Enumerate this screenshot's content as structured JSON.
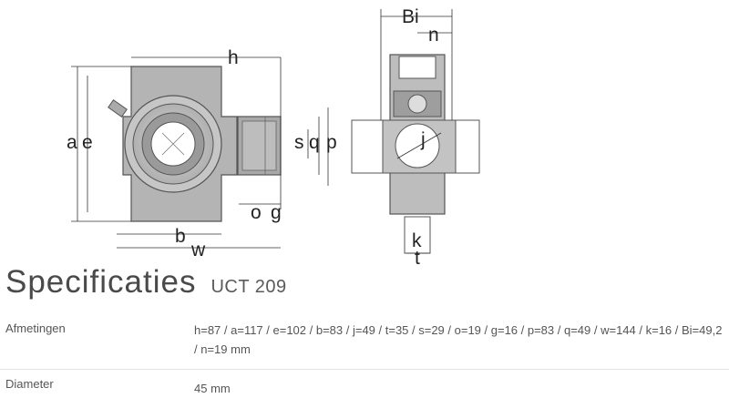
{
  "drawing": {
    "labels": {
      "h": "h",
      "a": "a",
      "e": "e",
      "s": "s",
      "q": "q",
      "p": "p",
      "o": "o",
      "g": "g",
      "b": "b",
      "w": "w",
      "Bi": "Bi",
      "n": "n",
      "j": "j",
      "k": "k",
      "t": "t"
    }
  },
  "heading": {
    "title": "Specificaties",
    "model": "UCT 209"
  },
  "specs": [
    {
      "label": "Afmetingen",
      "value": "h=87 / a=117 / e=102 / b=83 / j=49 / t=35 / s=29 / o=19 / g=16 / p=83 / q=49 / w=144 / k=16 / Bi=49,2 / n=19 mm"
    },
    {
      "label": "Diameter",
      "value": "45 mm"
    }
  ]
}
